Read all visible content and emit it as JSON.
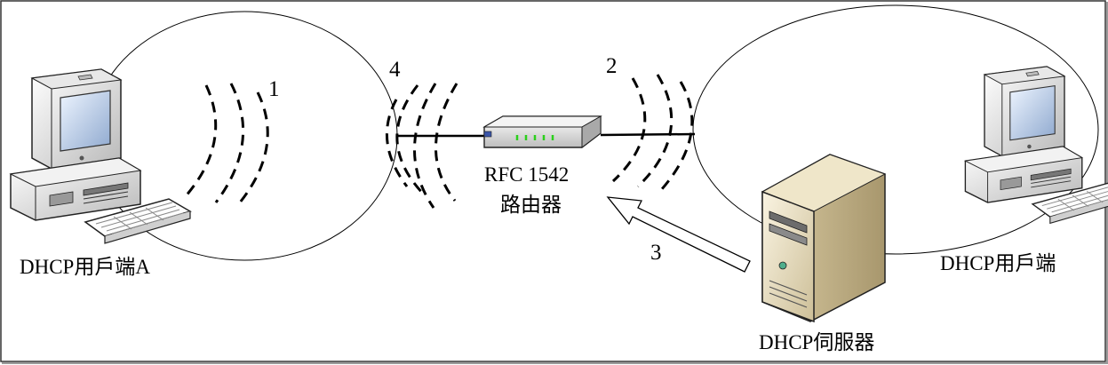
{
  "labels": {
    "client_a": "DHCP用戶端A",
    "client_b": "DHCP用戶端",
    "server": "DHCP伺服器",
    "router_line1": "RFC 1542",
    "router_line2": "路由器"
  },
  "steps": {
    "s1": "1",
    "s2": "2",
    "s3": "3",
    "s4": "4"
  },
  "icons": {
    "client_a": "desktop-computer-icon",
    "client_b": "desktop-computer-icon",
    "router": "router-icon",
    "server": "tower-server-icon"
  }
}
